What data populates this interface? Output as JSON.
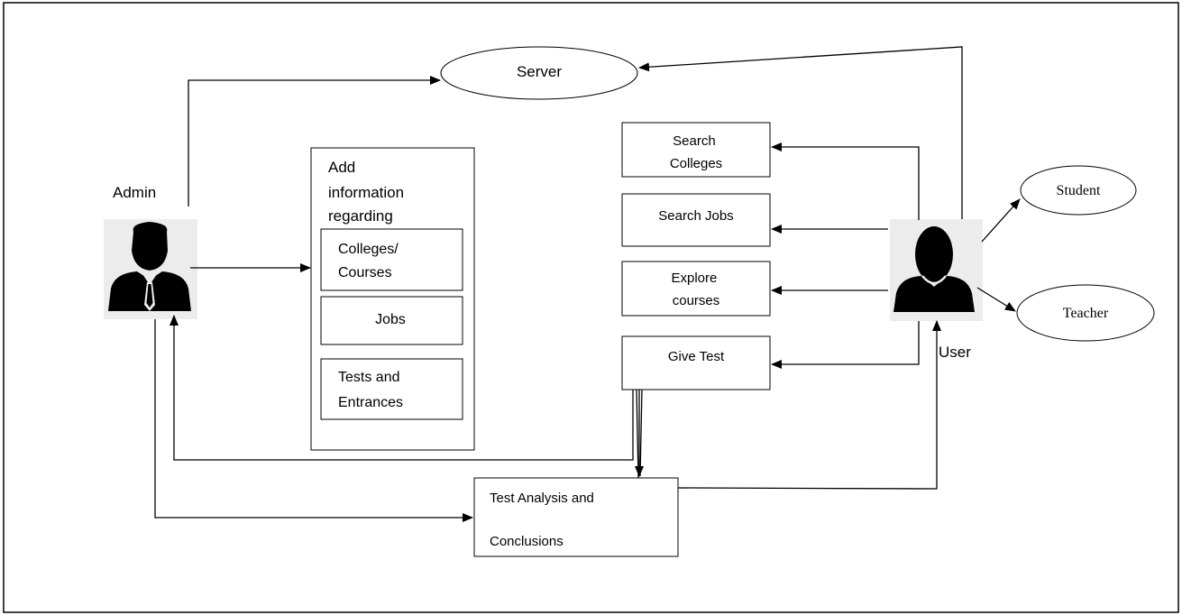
{
  "nodes": {
    "server": "Server",
    "admin": "Admin",
    "user": "User",
    "student": "Student",
    "teacher": "Teacher",
    "add_info": [
      "Add",
      "information",
      "regarding"
    ],
    "colleges_courses": [
      "Colleges/",
      "Courses"
    ],
    "jobs": "Jobs",
    "tests_entrances": [
      "Tests and",
      "Entrances"
    ],
    "search_colleges": [
      "Search",
      "Colleges"
    ],
    "search_jobs": "Search Jobs",
    "explore_courses": [
      "Explore",
      "courses"
    ],
    "give_test": "Give Test",
    "test_analysis": [
      "Test Analysis and",
      "Conclusions"
    ]
  },
  "icons": {
    "admin": "admin-person-icon",
    "user": "user-person-icon"
  },
  "colors": {
    "line": "#000000",
    "icon_bg": "#ececec",
    "icon_fg": "#000000"
  }
}
